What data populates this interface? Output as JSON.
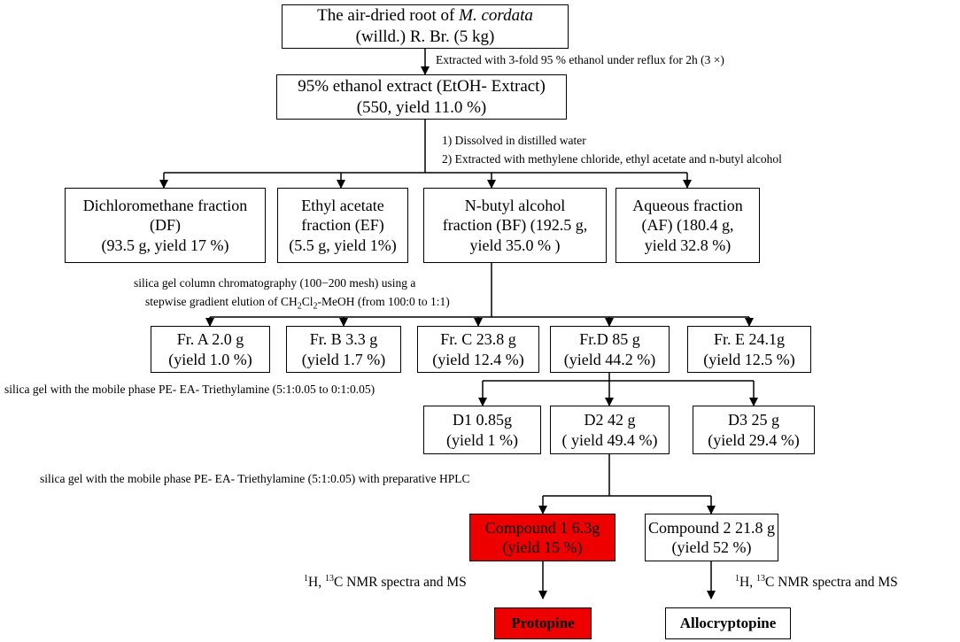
{
  "colors": {
    "highlight": "#ee0000",
    "stroke": "#000000",
    "background": "#ffffff"
  },
  "source": {
    "line1_prefix": "The air-dried root of ",
    "line1_species": "M. cordata",
    "line2": "(willd.) R. Br. (5 kg)"
  },
  "step1_note": "Extracted with 3-fold 95 % ethanol under reflux for 2h (3 ×)",
  "extract": {
    "line1": "95% ethanol extract (EtOH- Extract)",
    "line2": "(550, yield 11.0 %)"
  },
  "step2_notes": [
    "1) Dissolved in distilled water",
    "2) Extracted with methylene chloride, ethyl acetate and n-butyl alcohol"
  ],
  "fractions": [
    {
      "lines": [
        "Dichloromethane fraction",
        "(DF)",
        "(93.5 g, yield 17 %)"
      ]
    },
    {
      "lines": [
        "Ethyl acetate",
        "fraction (EF)",
        "(5.5 g, yield 1%)"
      ]
    },
    {
      "lines": [
        "N-butyl alcohol",
        "fraction (BF) (192.5 g,",
        "yield 35.0 % )"
      ]
    },
    {
      "lines": [
        "Aqueous fraction",
        "(AF) (180.4 g,",
        "yield 32.8 %)"
      ]
    }
  ],
  "step3_note": {
    "line1": "silica gel column chromatography (100−200 mesh) using a",
    "line2_prefix": "stepwise gradient elution of CH",
    "sub2": "2",
    "cl": "Cl",
    "line2_suffix": "-MeOH (from 100:0 to 1:1)"
  },
  "subfractions": [
    {
      "lines": [
        "Fr. A 2.0 g",
        "(yield  1.0 %)"
      ]
    },
    {
      "lines": [
        "Fr. B 3.3 g",
        "(yield 1.7 %)"
      ]
    },
    {
      "lines": [
        "Fr. C 23.8 g",
        "(yield 12.4 %)"
      ]
    },
    {
      "lines": [
        "Fr.D 85 g",
        "(yield 44.2 %)"
      ]
    },
    {
      "lines": [
        "Fr. E 24.1g",
        "(yield 12.5 %)"
      ]
    }
  ],
  "step4_note": "silica gel with the mobile phase PE- EA-  Triethylamine (5:1:0.05 to 0:1:0.05)",
  "d_fractions": [
    {
      "lines": [
        "D1 0.85g",
        "(yield 1 %)"
      ]
    },
    {
      "lines": [
        "D2 42 g",
        "( yield 49.4 %)"
      ]
    },
    {
      "lines": [
        "D3 25 g",
        "(yield 29.4 %)"
      ]
    }
  ],
  "step5_note": "silica gel with the mobile phase PE- EA-  Triethylamine (5:1:0.05) with preparative HPLC",
  "compounds": [
    {
      "lines": [
        "Compound 1 6.3g",
        "(yield 15 %)"
      ],
      "highlighted": true
    },
    {
      "lines": [
        "Compound 2 21.8 g",
        "(yield 52 %)"
      ],
      "highlighted": false
    }
  ],
  "nmr_note": {
    "sup1": "1",
    "h": "H, ",
    "sup13": "13",
    "rest": "C NMR spectra and MS"
  },
  "products": [
    {
      "label": "Protopine",
      "highlighted": true
    },
    {
      "label": "Allocryptopine",
      "highlighted": false
    }
  ]
}
